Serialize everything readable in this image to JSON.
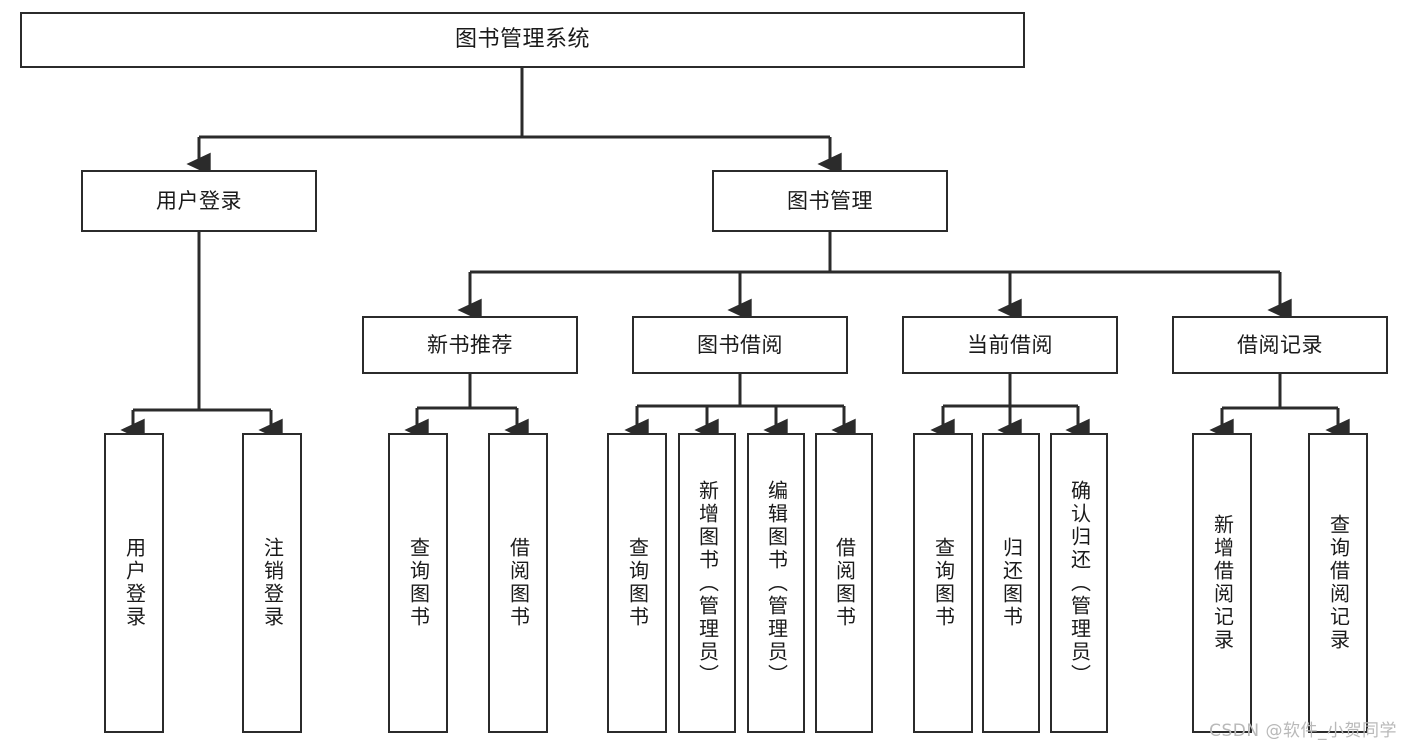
{
  "diagram": {
    "title": "图书管理系统",
    "type": "tree-hierarchy",
    "orientation": "top-down",
    "stroke_color": "#2b2b2b",
    "fill_color": "#ffffff",
    "text_color": "#1a1a1a"
  },
  "nodes": {
    "root": {
      "label": "图书管理系统"
    },
    "level2": [
      {
        "label": "用户登录"
      },
      {
        "label": "图书管理"
      }
    ],
    "level3": [
      {
        "label": "新书推荐"
      },
      {
        "label": "图书借阅"
      },
      {
        "label": "当前借阅"
      },
      {
        "label": "借阅记录"
      }
    ],
    "leaves_user_login": [
      {
        "label": "用户登录"
      },
      {
        "label": "注销登录"
      }
    ],
    "leaves_new_book": [
      {
        "label": "查询图书"
      },
      {
        "label": "借阅图书"
      }
    ],
    "leaves_borrow": [
      {
        "label": "查询图书"
      },
      {
        "label": "新增图书（管理员）"
      },
      {
        "label": "编辑图书（管理员）"
      },
      {
        "label": "借阅图书"
      }
    ],
    "leaves_current": [
      {
        "label": "查询图书"
      },
      {
        "label": "归还图书"
      },
      {
        "label": "确认归还（管理员）"
      }
    ],
    "leaves_records": [
      {
        "label": "新增借阅记录"
      },
      {
        "label": "查询借阅记录"
      }
    ]
  },
  "watermark": {
    "text": "CSDN @软件_小贺同学"
  }
}
